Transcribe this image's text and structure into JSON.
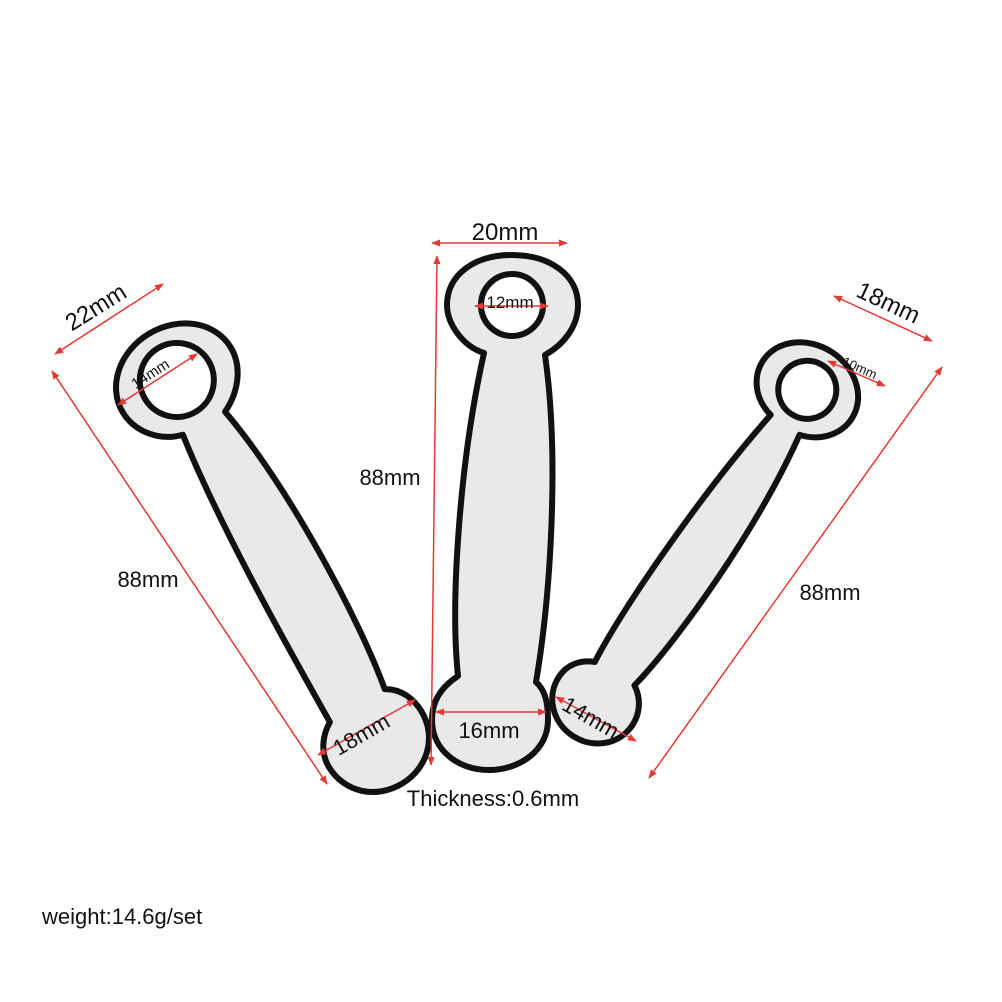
{
  "colors": {
    "dimension_line": "#e53935",
    "outline": "#111111",
    "metal_fill": "#e9e9e9"
  },
  "left_part": {
    "outer_width": "22mm",
    "hole_diameter": "14mm",
    "length": "88mm",
    "end_width": "18mm"
  },
  "middle_part": {
    "outer_width": "20mm",
    "hole_diameter": "12mm",
    "length": "88mm",
    "end_width": "16mm"
  },
  "right_part": {
    "outer_width": "18mm",
    "hole_diameter": "10mm",
    "length": "88mm",
    "end_width": "14mm"
  },
  "thickness": "Thickness:0.6mm",
  "weight": "weight:14.6g/set"
}
